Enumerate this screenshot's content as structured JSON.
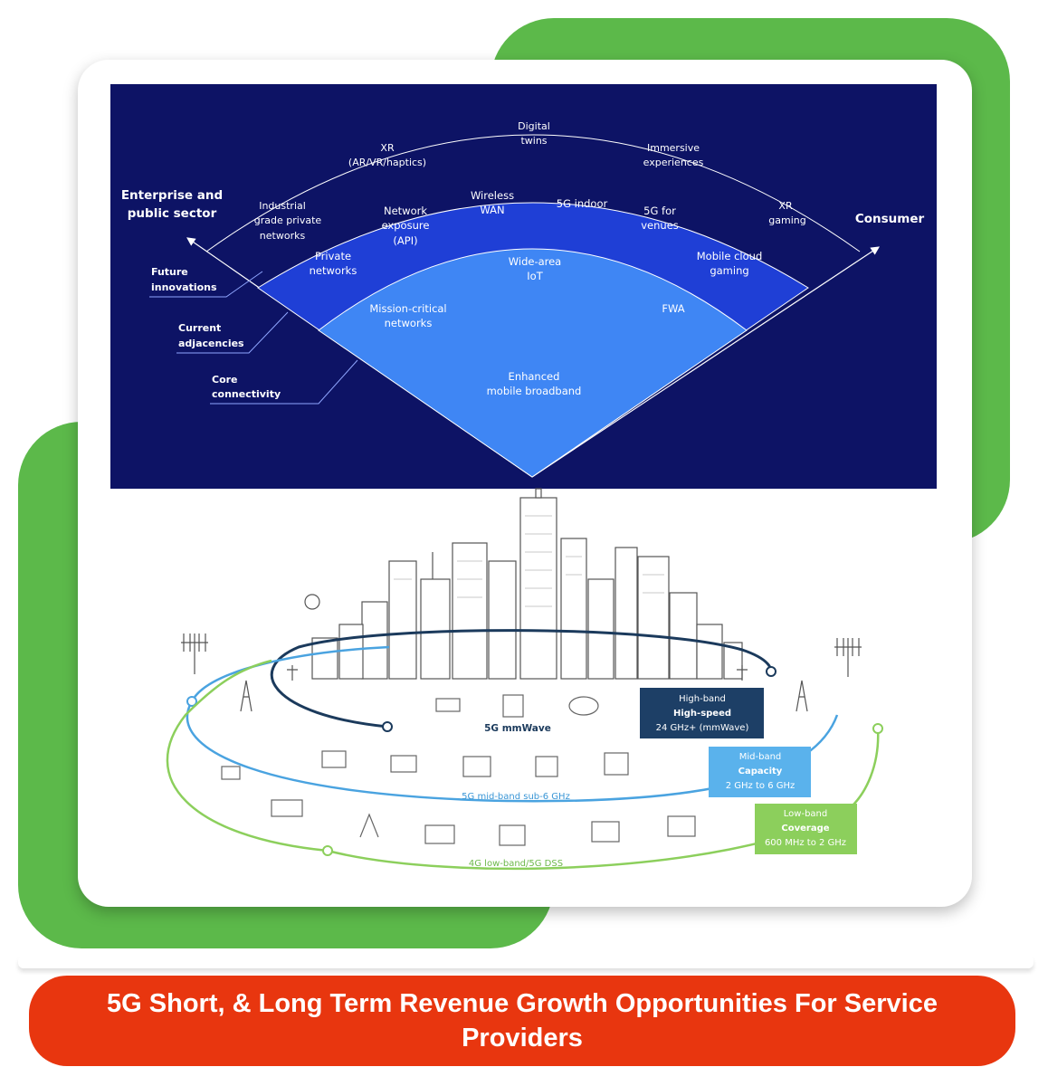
{
  "top_diagram": {
    "outer_arc_labels": [
      "XR",
      "(AR/VR/haptics)",
      "Digital",
      "twins",
      "Immersive",
      "experiences",
      "Industrial",
      "grade private",
      "networks",
      "XR",
      "gaming"
    ],
    "middle_arc_labels": [
      "Private",
      "networks",
      "Network",
      "exposure",
      "(API)",
      "Wireless",
      "WAN",
      "5G indoor",
      "5G for",
      "venues",
      "Mobile cloud",
      "gaming"
    ],
    "inner_arc_labels": [
      "Wide-area",
      "IoT",
      "Mission-critical",
      "networks",
      "FWA",
      "Enhanced",
      "mobile broadband"
    ],
    "side_left": [
      "Enterprise and",
      "public sector"
    ],
    "side_right": "Consumer",
    "legend": [
      "Future",
      "innovations",
      "Current",
      "adjacencies",
      "Core",
      "connectivity"
    ],
    "colors": {
      "background": "#0d1365",
      "middle": "#1f3fd6",
      "inner": "#3f86f4"
    }
  },
  "bottom_diagram": {
    "rings": [
      "5G mmWave",
      "5G mid-band sub-6 GHz",
      "4G low-band/5G DSS"
    ],
    "boxes": [
      {
        "line1": "High-band",
        "line2": "High-speed",
        "line3": "24 GHz+ (mmWave)",
        "color": "#1d3f66"
      },
      {
        "line1": "Mid-band",
        "line2": "Capacity",
        "line3": "2 GHz to 6 GHz",
        "color": "#5ab2ec"
      },
      {
        "line1": "Low-band",
        "line2": "Coverage",
        "line3": "600 MHz to 2 GHz",
        "color": "#8ccf5c"
      }
    ]
  },
  "banner": {
    "title": "5G Short, & Long Term Revenue Growth Opportunities For Service Providers"
  }
}
